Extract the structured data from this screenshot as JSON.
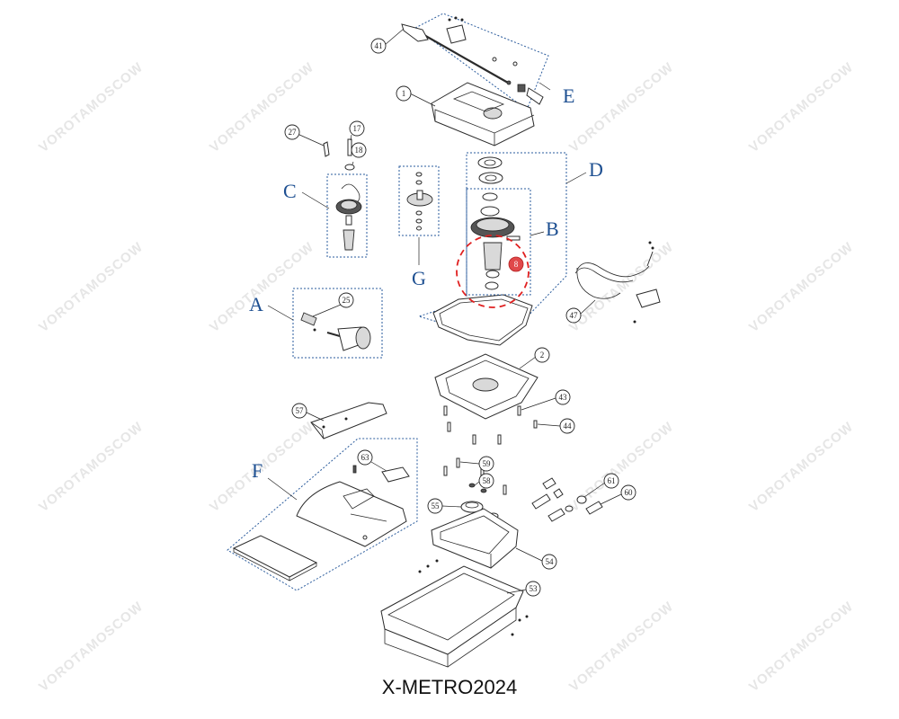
{
  "caption": "X-METRO2024",
  "watermark_text": "VOROTAMOSCOW",
  "colors": {
    "group_letter": "#1d4f91",
    "highlight": "#e02020",
    "line": "#222222"
  },
  "groups": {
    "a": "A",
    "b": "B",
    "c": "C",
    "d": "D",
    "e": "E",
    "f": "F",
    "g": "G"
  },
  "callouts": {
    "p1": "1",
    "p2": "2",
    "p8": "8",
    "p17": "17",
    "p18": "18",
    "p25": "25",
    "p27": "27",
    "p41": "41",
    "p43": "43",
    "p44": "44",
    "p47": "47",
    "p53": "53",
    "p54": "54",
    "p55": "55",
    "p57": "57",
    "p58": "58",
    "p59": "59",
    "p60": "60",
    "p61": "61",
    "p63": "63"
  }
}
